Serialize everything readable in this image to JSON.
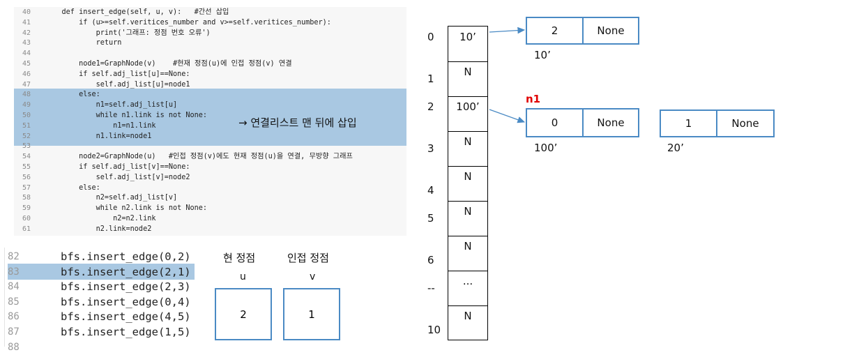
{
  "code_top": {
    "lines": [
      {
        "n": "40",
        "t": "    def insert_edge(self, u, v):   #간선 삽입"
      },
      {
        "n": "41",
        "t": "        if (u>=self.veritices_number and v>=self.veritices_number):"
      },
      {
        "n": "42",
        "t": "            print('그래프: 정점 번호 오류')"
      },
      {
        "n": "43",
        "t": "            return"
      },
      {
        "n": "44",
        "t": ""
      },
      {
        "n": "45",
        "t": "        node1=GraphNode(v)    #현재 정점(u)에 인접 정점(v) 연결"
      },
      {
        "n": "46",
        "t": "        if self.adj_list[u]==None:"
      },
      {
        "n": "47",
        "t": "            self.adj_list[u]=node1"
      },
      {
        "n": "48",
        "t": "        else:"
      },
      {
        "n": "49",
        "t": "            n1=self.adj_list[u]"
      },
      {
        "n": "50",
        "t": "            while n1.link is not None:"
      },
      {
        "n": "51",
        "t": "                n1=n1.link"
      },
      {
        "n": "52",
        "t": "            n1.link=node1"
      },
      {
        "n": "53",
        "t": ""
      },
      {
        "n": "54",
        "t": "        node2=GraphNode(u)   #인접 정점(v)에도 현재 정점(u)을 연결, 무방향 그래프"
      },
      {
        "n": "55",
        "t": "        if self.adj_list[v]==None:"
      },
      {
        "n": "56",
        "t": "            self.adj_list[v]=node2"
      },
      {
        "n": "57",
        "t": "        else:"
      },
      {
        "n": "58",
        "t": "            n2=self.adj_list[v]"
      },
      {
        "n": "59",
        "t": "            while n2.link is not None:"
      },
      {
        "n": "60",
        "t": "                n2=n2.link"
      },
      {
        "n": "61",
        "t": "            n2.link=node2"
      }
    ],
    "note": "→ 연결리스트 맨 뒤에 삽입"
  },
  "code_bottom": {
    "lines": [
      {
        "n": "82",
        "t": "bfs.insert_edge(0,2)"
      },
      {
        "n": "83",
        "t": "bfs.insert_edge(2,1)"
      },
      {
        "n": "84",
        "t": "bfs.insert_edge(2,3)"
      },
      {
        "n": "85",
        "t": "bfs.insert_edge(0,4)"
      },
      {
        "n": "86",
        "t": "bfs.insert_edge(4,5)"
      },
      {
        "n": "87",
        "t": "bfs.insert_edge(1,5)"
      },
      {
        "n": "88",
        "t": ""
      }
    ]
  },
  "params": {
    "current_label": "현 정점",
    "adjacent_label": "인접 정점",
    "u_label": "u",
    "v_label": "v",
    "u_value": "2",
    "v_value": "1"
  },
  "array": {
    "index_labels": [
      "0",
      "1",
      "2",
      "3",
      "4",
      "5",
      "6",
      "--",
      "10"
    ],
    "cells": [
      "10’",
      "N",
      "100’",
      "N",
      "N",
      "N",
      "N",
      "...",
      "N"
    ]
  },
  "nodes": {
    "node_a": {
      "data": "2",
      "link": "None",
      "address": "10’"
    },
    "node_b": {
      "data": "0",
      "link": "None",
      "address": "100’",
      "pointer_label": "n1"
    },
    "node_c": {
      "data": "1",
      "link": "None",
      "address": "20’"
    }
  },
  "colors": {
    "highlight": "#a9c8e2",
    "keyword": "#1a7f1a",
    "comment": "#2e7d7d",
    "node_border": "#4a8ac4",
    "arrow": "#4a8ac4",
    "pointer_label": "#e00000"
  }
}
